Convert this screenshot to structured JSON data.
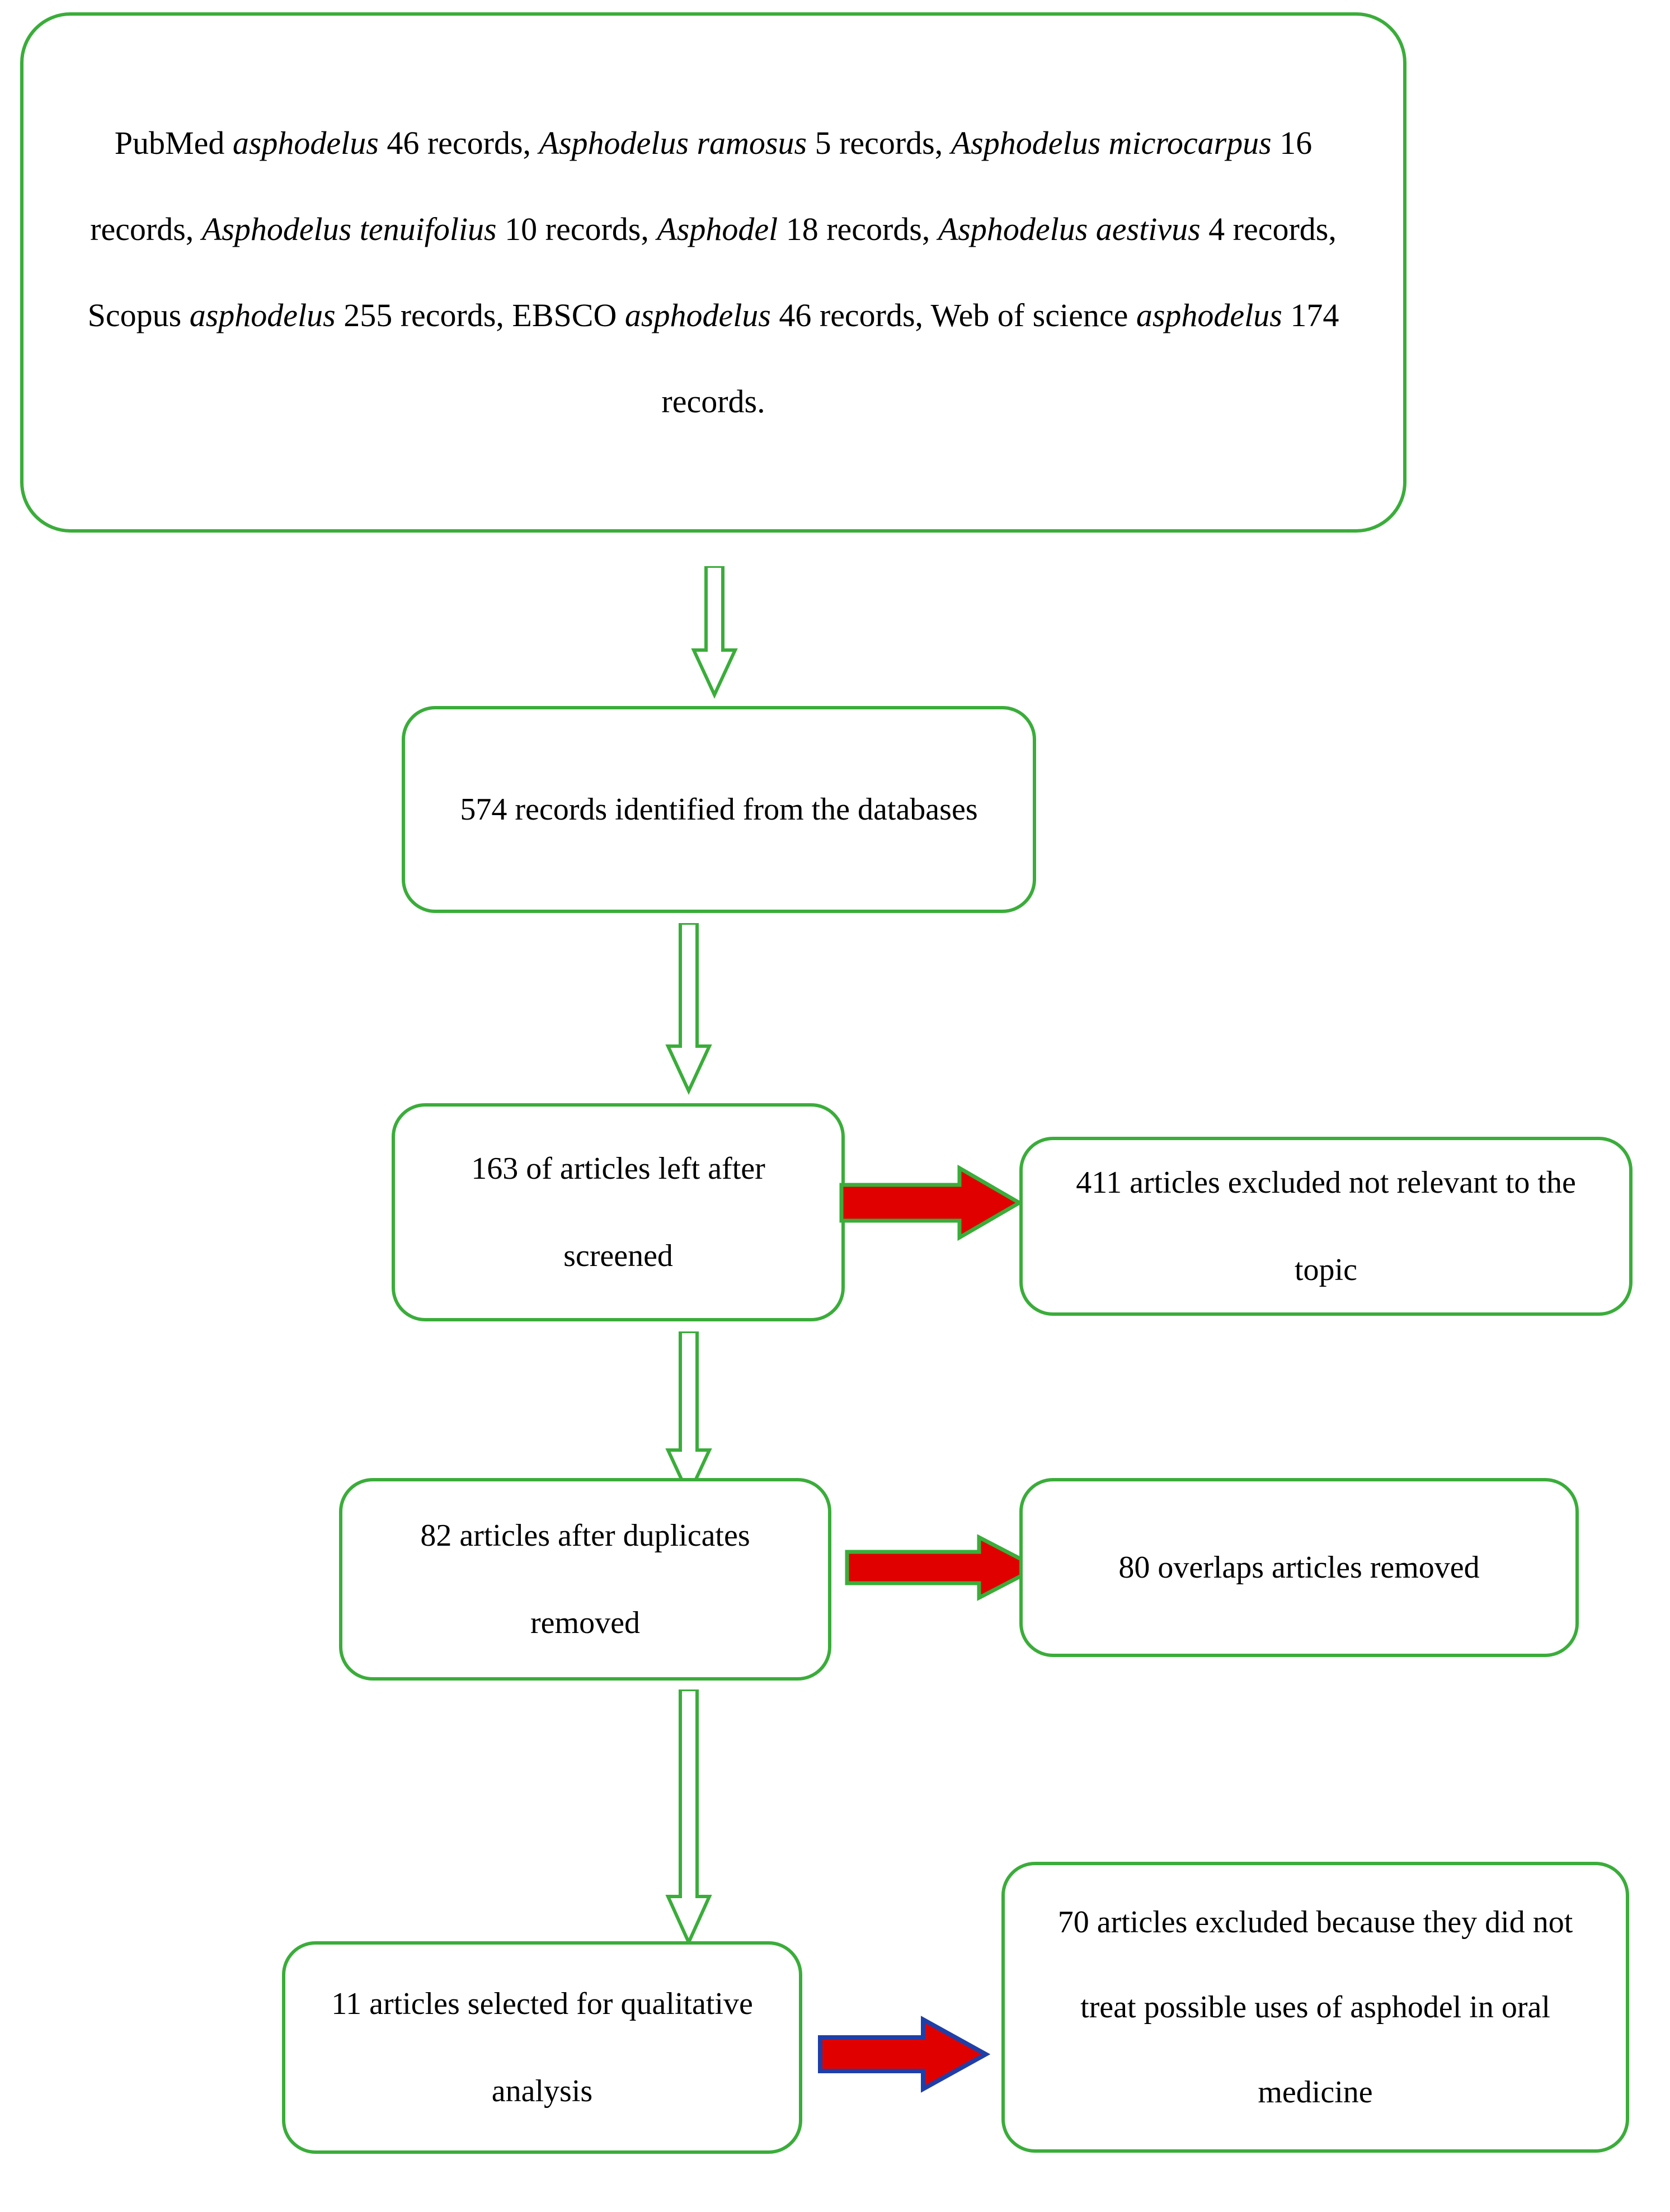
{
  "diagram": {
    "title": "PRISMA-style study selection flow chart",
    "colors": {
      "box_border": "#3aad3a",
      "arrow_green": "#3aad3a",
      "arrow_red": "#e00000",
      "arrow_blue_outline": "#1f3fa8"
    },
    "boxes": {
      "search_results": {
        "segments": [
          {
            "text": "PubMed ",
            "italic": false
          },
          {
            "text": "asphodelus",
            "italic": true
          },
          {
            "text": " 46 records, ",
            "italic": false
          },
          {
            "text": "Asphodelus ramosus",
            "italic": true
          },
          {
            "text": " 5 records, ",
            "italic": false
          },
          {
            "text": "Asphodelus microcarpus",
            "italic": true
          },
          {
            "text": " 16 records, ",
            "italic": false
          },
          {
            "text": "Asphodelus tenuifolius",
            "italic": true
          },
          {
            "text": " 10 records, ",
            "italic": false
          },
          {
            "text": "Asphodel",
            "italic": true
          },
          {
            "text": " 18 records, ",
            "italic": false
          },
          {
            "text": "Asphodelus aestivus",
            "italic": true
          },
          {
            "text": " 4 records, Scopus ",
            "italic": false
          },
          {
            "text": "asphodelus",
            "italic": true
          },
          {
            "text": " 255 records, EBSCO ",
            "italic": false
          },
          {
            "text": "asphodelus",
            "italic": true
          },
          {
            "text": " 46 records, Web of science ",
            "italic": false
          },
          {
            "text": "asphodelus",
            "italic": true
          },
          {
            "text": " 174 records.",
            "italic": false
          }
        ]
      },
      "identified": {
        "text": "574 records identified from the databases"
      },
      "screened": {
        "text": "163 of articles left after screened"
      },
      "excluded_relevance": {
        "text": "411 articles excluded not relevant to the topic"
      },
      "duplicates": {
        "text": "82 articles after duplicates removed"
      },
      "overlaps": {
        "text": "80 overlaps articles removed"
      },
      "qualitative": {
        "text": "11 articles selected for qualitative analysis"
      },
      "excluded_uses": {
        "text": "70 articles excluded because they did not treat possible uses of asphodel in oral medicine"
      }
    },
    "arrows": [
      {
        "name": "arrow-search-to-identified",
        "direction": "down",
        "style": "hollow-green"
      },
      {
        "name": "arrow-identified-to-screened",
        "direction": "down",
        "style": "hollow-green"
      },
      {
        "name": "arrow-screened-to-duplicates",
        "direction": "down",
        "style": "hollow-green"
      },
      {
        "name": "arrow-duplicates-to-qualitative",
        "direction": "down",
        "style": "hollow-green"
      },
      {
        "name": "arrow-screened-to-excluded-relevance",
        "direction": "right",
        "style": "red-green-outline"
      },
      {
        "name": "arrow-duplicates-to-overlaps",
        "direction": "right",
        "style": "red-green-outline"
      },
      {
        "name": "arrow-qualitative-to-excluded-uses",
        "direction": "right",
        "style": "red-blue-outline"
      }
    ]
  }
}
